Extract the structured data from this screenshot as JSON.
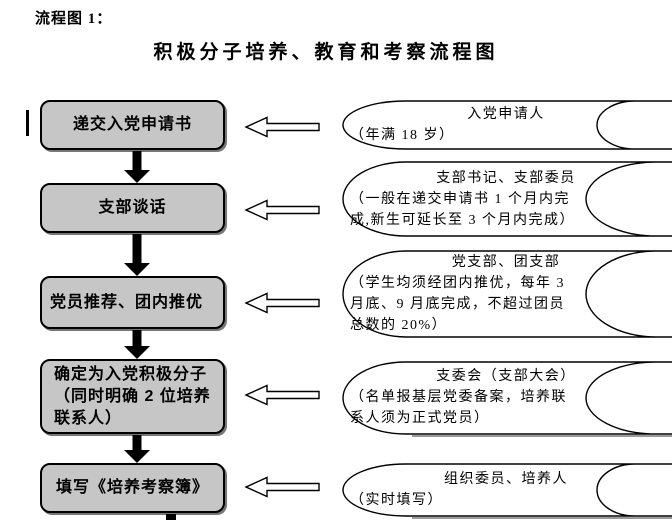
{
  "header": {
    "label": "流程图 1：",
    "title": "积极分子培养、教育和考察流程图"
  },
  "rows": [
    {
      "box_lines": [
        "递交入党申请书"
      ],
      "note_lines": [
        "入党申请人",
        "（年满 18 岁）"
      ]
    },
    {
      "box_lines": [
        "支部谈话"
      ],
      "note_lines": [
        "支部书记、支部委员",
        "（一般在递交申请书 1 个月内完",
        "成,新生可延长至 3 个月内完成）"
      ]
    },
    {
      "box_lines": [
        "党员推荐、团内推优"
      ],
      "note_lines": [
        "党支部、团支部",
        "（学生均须经团内推优，每年 3",
        "月底、9 月底完成，不超过团员",
        "总数的 20%）"
      ]
    },
    {
      "box_lines": [
        "确定为入党积极分子",
        "（同时明确 2 位培养",
        "联系人）"
      ],
      "note_lines": [
        "支委会（支部大会）",
        "（名单报基层党委备案，培养联",
        "系人须为正式党员）"
      ]
    },
    {
      "box_lines": [
        "填写《培养考察簿》"
      ],
      "note_lines": [
        "组织委员、培养人",
        "（实时填写）"
      ]
    }
  ],
  "colors": {
    "box_fill": "#c6c6c6",
    "box_border": "#000000",
    "box_shadow": "#777777",
    "line": "#000000"
  }
}
